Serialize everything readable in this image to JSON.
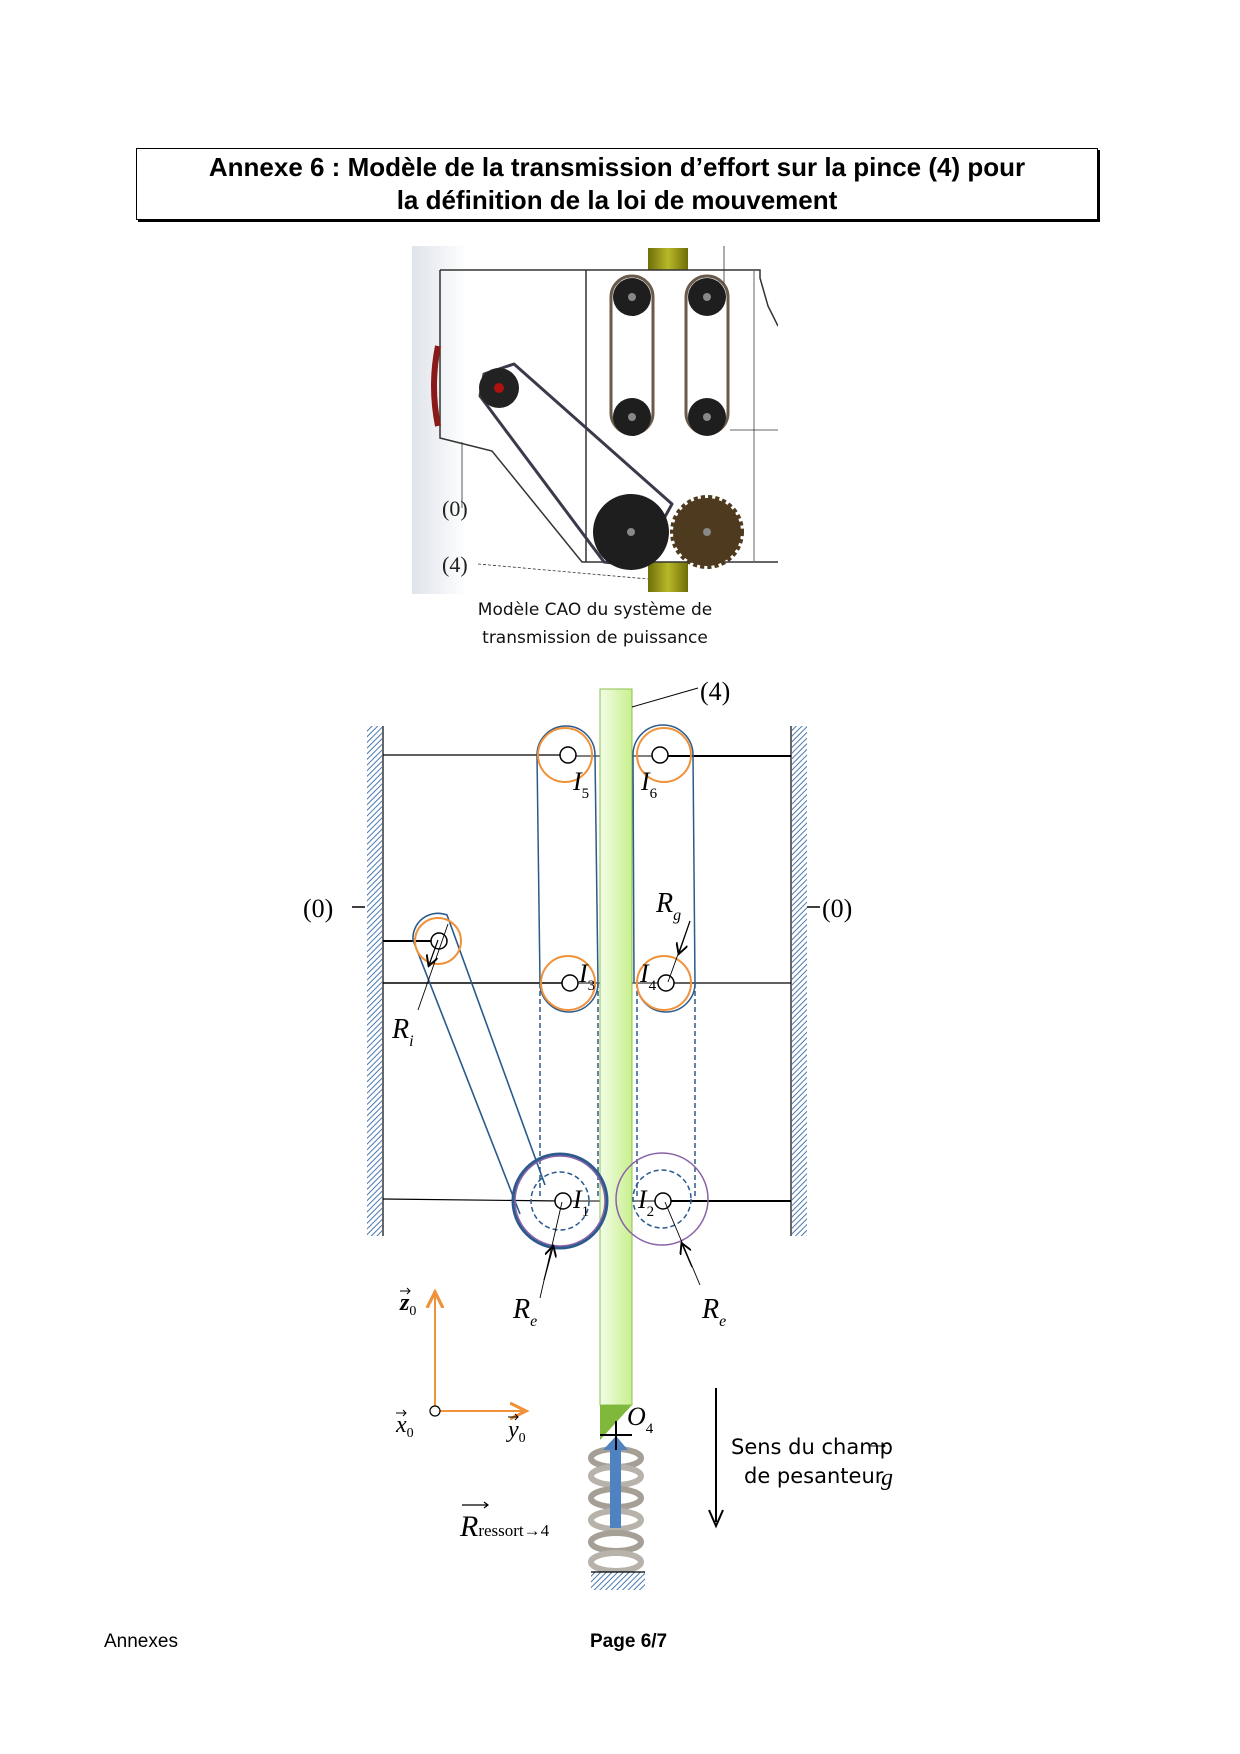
{
  "title": {
    "line1": "Annexe 6 : Modèle de la transmission d’effort sur la pince (4) pour",
    "line2": "la définition de la loi de mouvement"
  },
  "cao": {
    "labels": {
      "frame": "(0)",
      "gripper": "(4)"
    },
    "caption_line1": "Modèle CAO du système de",
    "caption_line2": "transmission de puissance",
    "colors": {
      "rod": "#9a9a12",
      "pulley": "#1e1e1e",
      "gear": "#4e3a1e",
      "axle_red": "#b01010"
    }
  },
  "schema": {
    "part_labels": {
      "gripper": "(4)",
      "frame_left": "(0)",
      "frame_right": "(0)"
    },
    "points": {
      "I1": {
        "letter": "I",
        "sub": "1"
      },
      "I2": {
        "letter": "I",
        "sub": "2"
      },
      "I3": {
        "letter": "I",
        "sub": "3"
      },
      "I4": {
        "letter": "I",
        "sub": "4"
      },
      "I5": {
        "letter": "I",
        "sub": "5"
      },
      "I6": {
        "letter": "I",
        "sub": "6"
      },
      "O4": {
        "letter": "O",
        "sub": "4"
      }
    },
    "radii": {
      "Rg": {
        "letter": "R",
        "sub": "g"
      },
      "Ri": {
        "letter": "R",
        "sub": "i"
      },
      "Re_left": {
        "letter": "R",
        "sub": "e"
      },
      "Re_right": {
        "letter": "R",
        "sub": "e"
      }
    },
    "axes": {
      "z": {
        "letter": "z",
        "sub": "0"
      },
      "x": {
        "letter": "x",
        "sub": "0"
      },
      "y": {
        "letter": "y",
        "sub": "0"
      }
    },
    "force": {
      "letter": "R",
      "sub": "ressort→4"
    },
    "gravity": {
      "line1": "Sens du champ",
      "line2": "de pesanteur",
      "symbol": "g"
    },
    "colors": {
      "belt": "#2b5a8c",
      "small_pulley": "#f0923a",
      "large_pulley": "#8a62a8",
      "rod_fill": "#d6f5a8",
      "rod_tip": "#7fb83a",
      "wall_hatch": "#4a78b0",
      "axes": "#f0923a",
      "force_arrow": "#4f82c0"
    }
  },
  "footer": {
    "left": "Annexes",
    "center": "Page 6/7"
  }
}
